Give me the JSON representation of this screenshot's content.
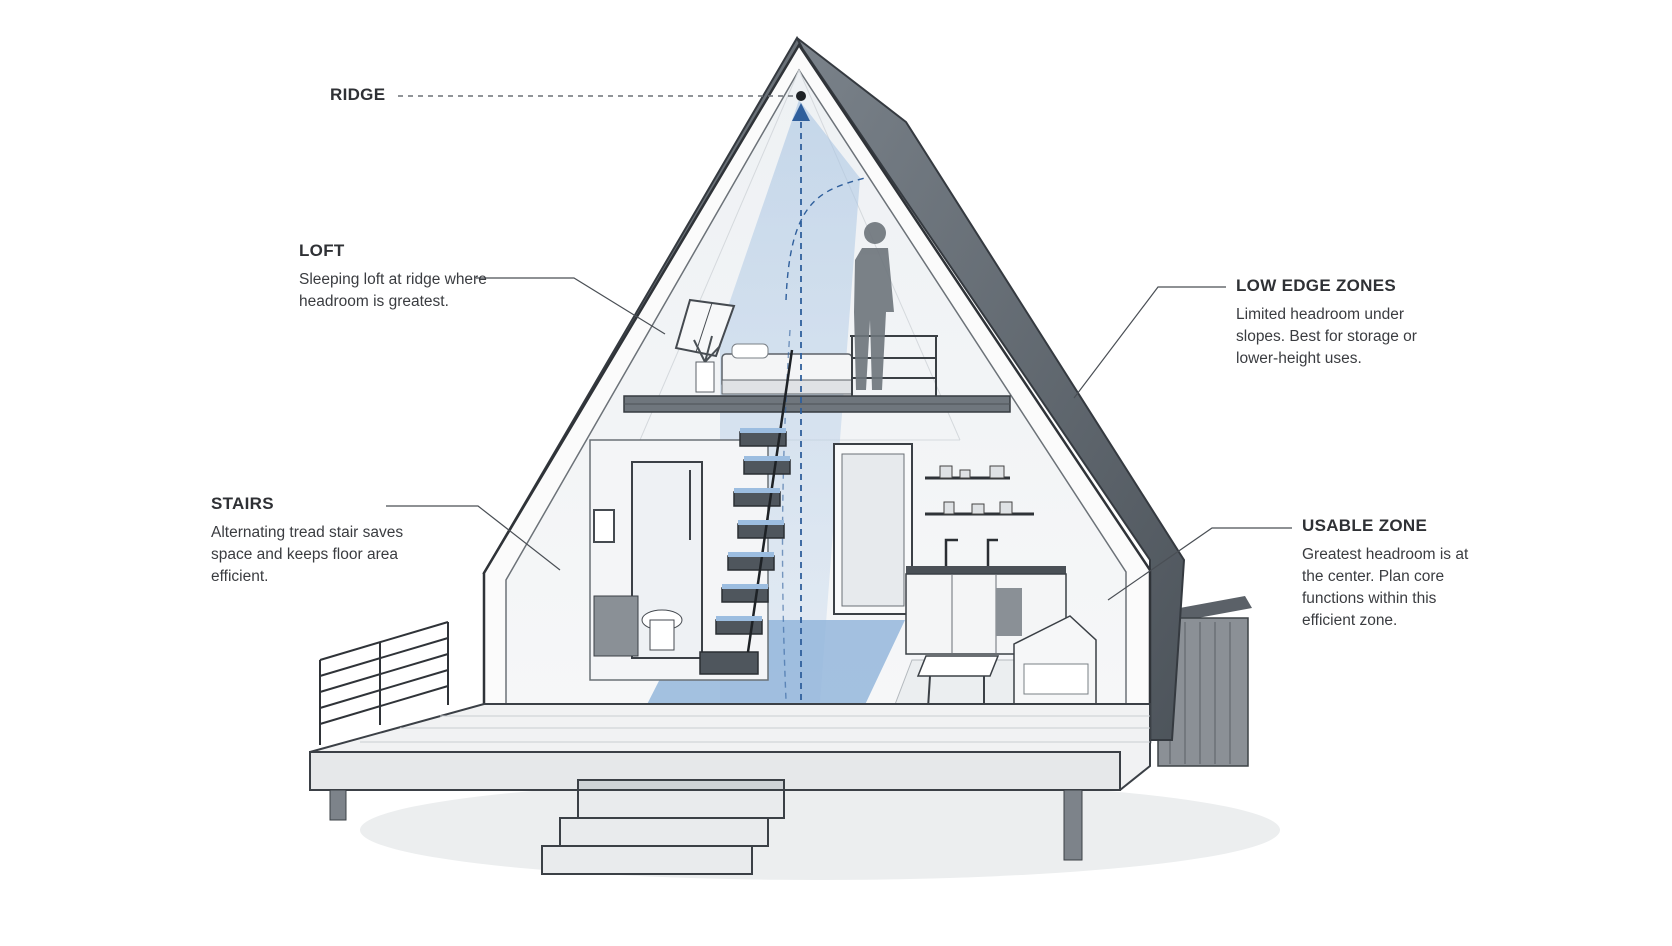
{
  "labels": {
    "ridge": {
      "title": "RIDGE"
    },
    "loft": {
      "title": "LOFT",
      "desc": "Sleeping loft at ridge where headroom is greatest."
    },
    "stairs": {
      "title": "STAIRS",
      "desc": "Alternating tread stair saves space and keeps floor area efficient."
    },
    "low_edge": {
      "title": "LOW EDGE ZONES",
      "desc": "Limited headroom under slopes. Best for storage or lower-height uses."
    },
    "usable": {
      "title": "USABLE ZONE",
      "desc": "Greatest headroom is at the center. Plan core functions within this efficient zone."
    }
  },
  "colors": {
    "ink": "#2f3135",
    "roof": "#5d646c",
    "highlight_blue": "#8fb3d9",
    "accent_blue": "#2f5f9c"
  }
}
